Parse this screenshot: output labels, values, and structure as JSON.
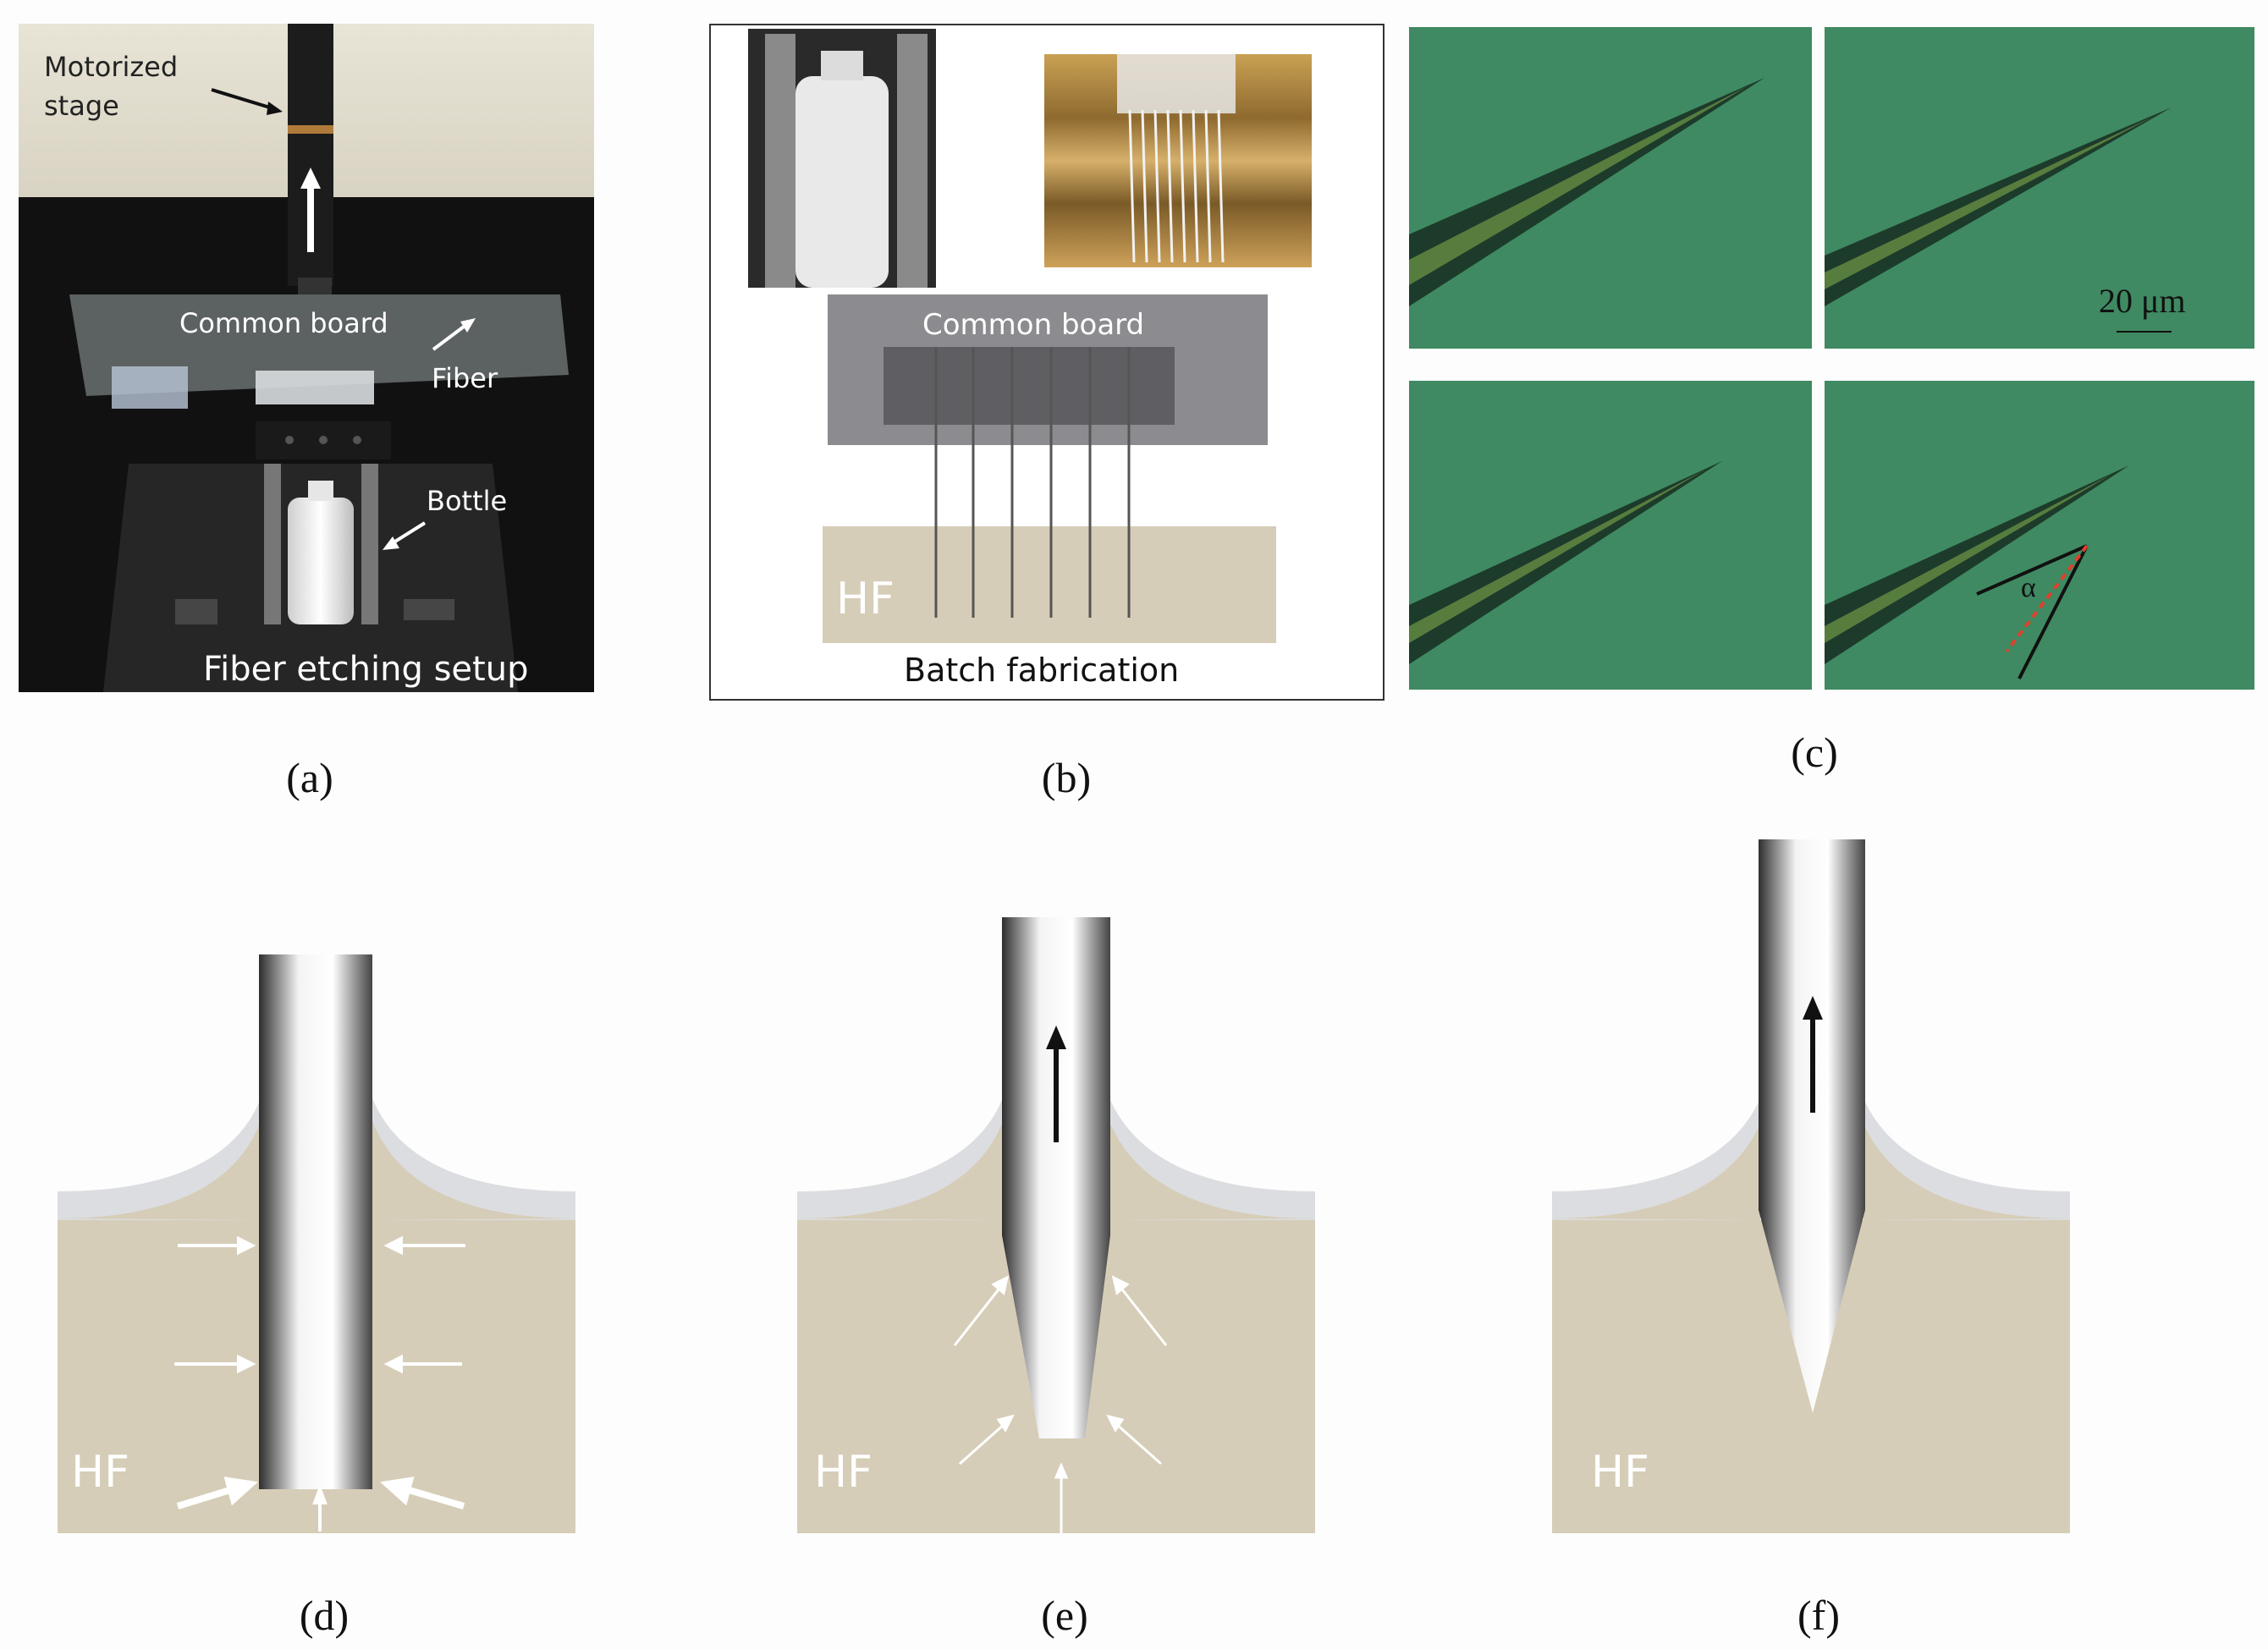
{
  "panel_a": {
    "stage_label_line1": "Motorized",
    "stage_label_line2": "stage",
    "board_label": "Common board",
    "fiber_label": "Fiber",
    "bottle_label": "Bottle",
    "setup_label": "Fiber etching setup",
    "caption": "(a)"
  },
  "panel_b": {
    "board_label": "Common board",
    "hf_label": "HF",
    "batch_label": "Batch fabrication",
    "caption": "(b)"
  },
  "panel_c": {
    "scale_label": "20 μm",
    "angle_label": "α",
    "caption": "(c)"
  },
  "panel_d": {
    "hf_label": "HF",
    "caption": "(d)"
  },
  "panel_e": {
    "hf_label": "HF",
    "caption": "(e)"
  },
  "panel_f": {
    "hf_label": "HF",
    "caption": "(f)"
  },
  "colors": {
    "hf": "#d6cdb8",
    "meniscus": "#dcdde0",
    "micro_bg": "#3f8a62"
  }
}
